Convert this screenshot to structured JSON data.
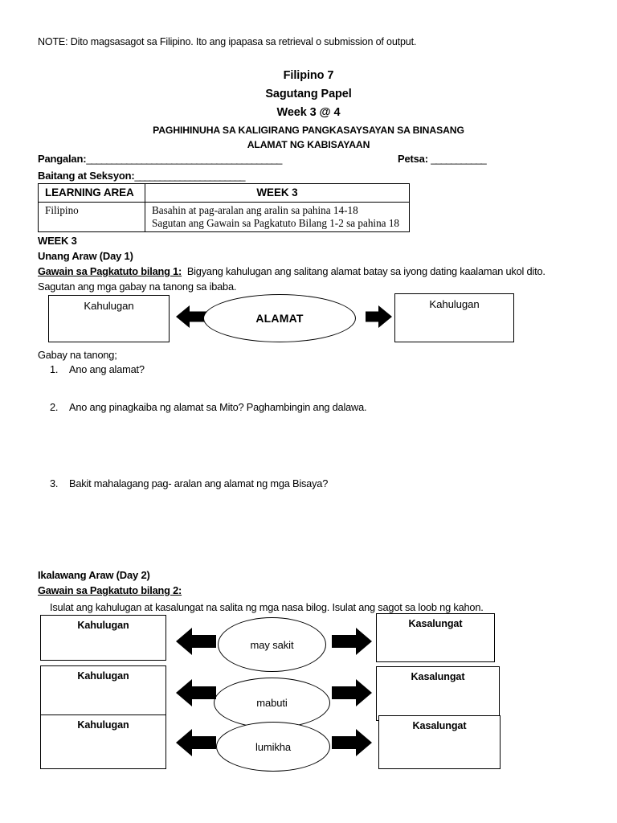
{
  "document": {
    "note": "NOTE: Dito magsasagot sa Filipino. Ito ang ipapasa sa retrieval o submission of output.",
    "title_lines": [
      "Filipino 7",
      "Sagutang Papel",
      "Week 3 @ 4",
      "PAGHIHINUHA SA KALIGIRANG PANGKASAYSAYAN SA BINASANG",
      "ALAMAT NG KABISAYAAN"
    ]
  },
  "fields": {
    "pangalan_label": "Pangalan:",
    "pangalan_rule": "_______________________________________",
    "petsa_label": "Petsa:",
    "petsa_rule": "___________",
    "baitang_label": "Baitang at Seksyon:",
    "baitang_rule": "______________________"
  },
  "table": {
    "headers": [
      "LEARNING AREA",
      "WEEK 3"
    ],
    "rows": [
      {
        "area": "Filipino",
        "tasks": "Basahin at pag-aralan ang aralin sa pahina 14-18\nSagutan ang Gawain sa Pagkatuto Bilang 1-2 sa pahina 18"
      }
    ]
  },
  "week_heading": "WEEK 3",
  "day1": {
    "heading": "Unang Araw (Day 1)",
    "gawain_label": "Gawain sa Pagkatuto bilang 1:",
    "gawain_text": "Bigyang kahulugan ang salitang alamat batay sa iyong dating kaalaman ukol dito.",
    "instruction": "Sagutan ang mga gabay na tanong sa ibaba.",
    "diagram": {
      "left_box_label": "Kahulugan",
      "center_label": "ALAMAT",
      "right_box_label": "Kahulugan",
      "left_arrow": "left-arrow-icon",
      "right_arrow": "right-arrow-icon"
    },
    "gabay_label": "Gabay na tanong;",
    "questions": [
      {
        "num": "1.",
        "text": "Ano ang alamat?"
      },
      {
        "num": "2.",
        "text": "Ano ang pinagkaiba ng alamat sa Mito? Paghambingin ang dalawa."
      },
      {
        "num": "3.",
        "text": "Bakit mahalagang pag- aralan ang alamat ng mga Bisaya?"
      }
    ]
  },
  "day2": {
    "heading": "Ikalawang  Araw (Day 2)",
    "gawain_label": "Gawain sa Pagkatuto bilang 2:",
    "instruction": "Isulat ang kahulugan at kasalungat na salita ng mga nasa bilog. Isulat ang sagot sa loob ng kahon.",
    "rows": [
      {
        "left_label": "Kahulugan",
        "word": "may sakit",
        "right_label": "Kasalungat"
      },
      {
        "left_label": "Kahulugan",
        "word": "mabuti",
        "right_label": "Kasalungat"
      },
      {
        "left_label": "Kahulugan",
        "word": "lumikha",
        "right_label": "Kasalungat"
      }
    ]
  }
}
